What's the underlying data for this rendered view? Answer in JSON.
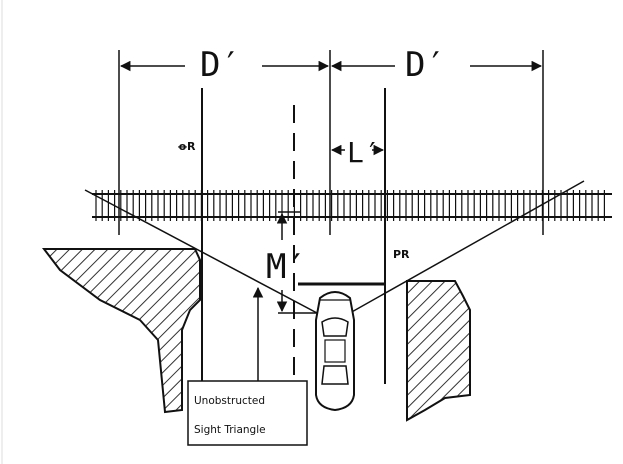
{
  "labels": {
    "d_prime_left": "D′",
    "d_prime_right": "D′",
    "l_prime": "L′",
    "m_prime": "M′",
    "marker_left": "ꝋR",
    "marker_right": "PR"
  },
  "callout": {
    "line1": "Unobstructed",
    "line2": "Sight Triangle"
  },
  "colors": {
    "ink": "#111111",
    "background": "#ffffff",
    "hatch": "#333333"
  }
}
